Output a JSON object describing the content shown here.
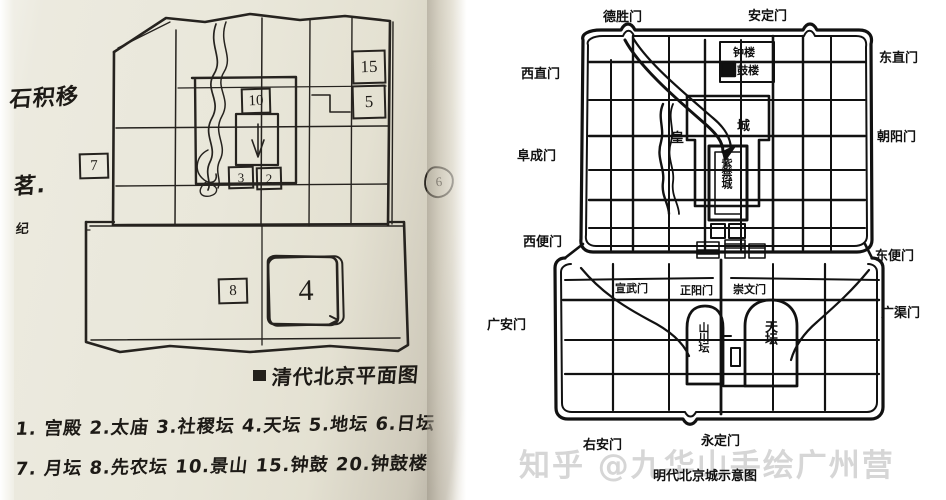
{
  "left_panel": {
    "kind": "handwritten-notebook-sketch",
    "title": "清代北京平面图",
    "margin_notes": [
      "石积移",
      "茗.",
      "纪"
    ],
    "map_markers": [
      {
        "id": "10",
        "label": "景山"
      },
      {
        "id": "1",
        "label": "宫殿"
      },
      {
        "id": "3",
        "label": "社稷坛"
      },
      {
        "id": "2",
        "label": "太庙"
      },
      {
        "id": "15",
        "label": "钟鼓楼"
      },
      {
        "id": "5",
        "label": "地坛"
      },
      {
        "id": "7",
        "label": "月坛"
      },
      {
        "id": "6",
        "label": "日坛"
      },
      {
        "id": "8",
        "label": "先农坛"
      },
      {
        "id": "4",
        "label": "天坛"
      }
    ],
    "legend_line_1": "1. 宫殿  2.太庙  3.社稷坛  4.天坛  5.地坛 6.日坛",
    "legend_line_2": "7. 月坛   8.先农坛   10.景山   15.钟鼓  20.钟鼓楼"
  },
  "right_panel": {
    "kind": "printed-schematic-map",
    "caption": "明代北京城示意图",
    "watermark": "知乎 @九华山手绘广州营",
    "gates": [
      {
        "name": "德胜门",
        "side": "north-west"
      },
      {
        "name": "安定门",
        "side": "north-east"
      },
      {
        "name": "西直门",
        "side": "west-north"
      },
      {
        "name": "东直门",
        "side": "east-north"
      },
      {
        "name": "阜成门",
        "side": "west-mid"
      },
      {
        "name": "朝阳门",
        "side": "east-mid"
      },
      {
        "name": "西便门",
        "side": "west-south"
      },
      {
        "name": "东便门",
        "side": "east-south"
      },
      {
        "name": "宣武门",
        "side": "south-inner-west"
      },
      {
        "name": "正阳门",
        "side": "south-inner-center"
      },
      {
        "name": "崇文门",
        "side": "south-inner-east"
      },
      {
        "name": "广安门",
        "side": "outer-west"
      },
      {
        "name": "广渠门",
        "side": "outer-east"
      },
      {
        "name": "右安门",
        "side": "outer-south-west"
      },
      {
        "name": "永定门",
        "side": "outer-south-center"
      }
    ],
    "places": [
      {
        "name": "钟楼",
        "type": "landmark"
      },
      {
        "name": "鼓楼",
        "type": "landmark"
      },
      {
        "name": "皇",
        "type": "area-label-left"
      },
      {
        "name": "城",
        "type": "area-label-right"
      },
      {
        "name": "紫禁城",
        "type": "palace"
      },
      {
        "name": "山川坛",
        "type": "altar"
      },
      {
        "name": "天坛",
        "type": "altar"
      }
    ]
  },
  "colors": {
    "paper": "#e9e7da",
    "ink": "#26231f",
    "map_line": "#111111",
    "watermark": "rgba(120,120,120,0.30)"
  }
}
